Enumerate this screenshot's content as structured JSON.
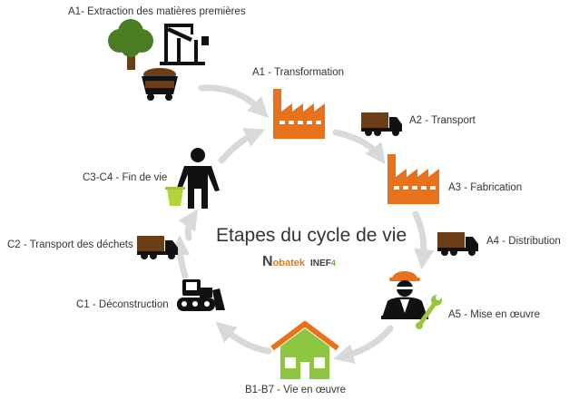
{
  "title": "Etapes du cycle de vie",
  "steps": {
    "a1_extraction": "A1- Extraction des matières premières",
    "a1_transformation": "A1 - Transformation",
    "a2": "A2 - Transport",
    "a3": "A3 - Fabrication",
    "a4": "A4 - Distribution",
    "a5": "A5 - Mise en œuvre",
    "b": "B1-B7 - Vie en œuvre",
    "c1": "C1 - Déconstruction",
    "c2": "C2 - Transport des déchets",
    "c3c4": "C3-C4 - Fin de vie"
  },
  "logos": {
    "nobatek_initial": "N",
    "nobatek_rest": "obatek",
    "inef": "INEF",
    "inef_num": "4"
  },
  "colors": {
    "factory": "#e8711c",
    "truck_body": "#6b3e17",
    "tree": "#4a7d23",
    "tree_trunk": "#6b3e17",
    "house": "#8dc63f",
    "house_roof": "#e8711c",
    "bin": "#b5d334",
    "wrench": "#9bc53d",
    "arrow": "#d9d9d9",
    "silhouette": "#111111"
  },
  "icons": [
    "tree-icon",
    "drill-rig-icon",
    "mine-cart-icon",
    "factory-icon",
    "truck-icon",
    "worker-icon",
    "wrench-icon",
    "house-icon",
    "bulldozer-icon",
    "person-icon",
    "bin-icon"
  ]
}
